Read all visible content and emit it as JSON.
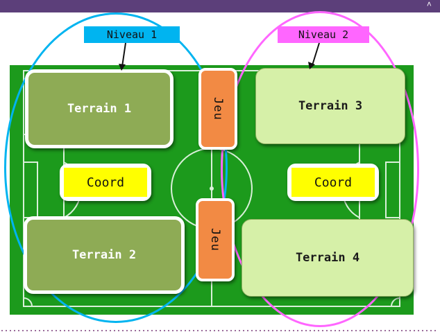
{
  "levels": [
    {
      "label": "Niveau 1",
      "color": "#00b4f0"
    },
    {
      "label": "Niveau 2",
      "color": "#ff66ff"
    }
  ],
  "terrains": [
    {
      "label": "Terrain 1",
      "style": "dark"
    },
    {
      "label": "Terrain 2",
      "style": "dark"
    },
    {
      "label": "Terrain 3",
      "style": "light"
    },
    {
      "label": "Terrain 4",
      "style": "light"
    }
  ],
  "jeu": [
    {
      "label": "Jeu"
    },
    {
      "label": "Jeu"
    }
  ],
  "coord": [
    {
      "label": "Coord"
    },
    {
      "label": "Coord"
    }
  ],
  "colors": {
    "topbar": "#5c3f7a",
    "pitch_green": "#1c9a1c",
    "pitch_lines": "#d9f0d9",
    "terrain_dark": "#8eab55",
    "terrain_light": "#d6f0a8",
    "jeu_orange": "#f28a44",
    "coord_yellow": "#ffff00",
    "dots": "#7a3a7a"
  },
  "icons": {
    "topbar_caret": "caret-icon"
  }
}
